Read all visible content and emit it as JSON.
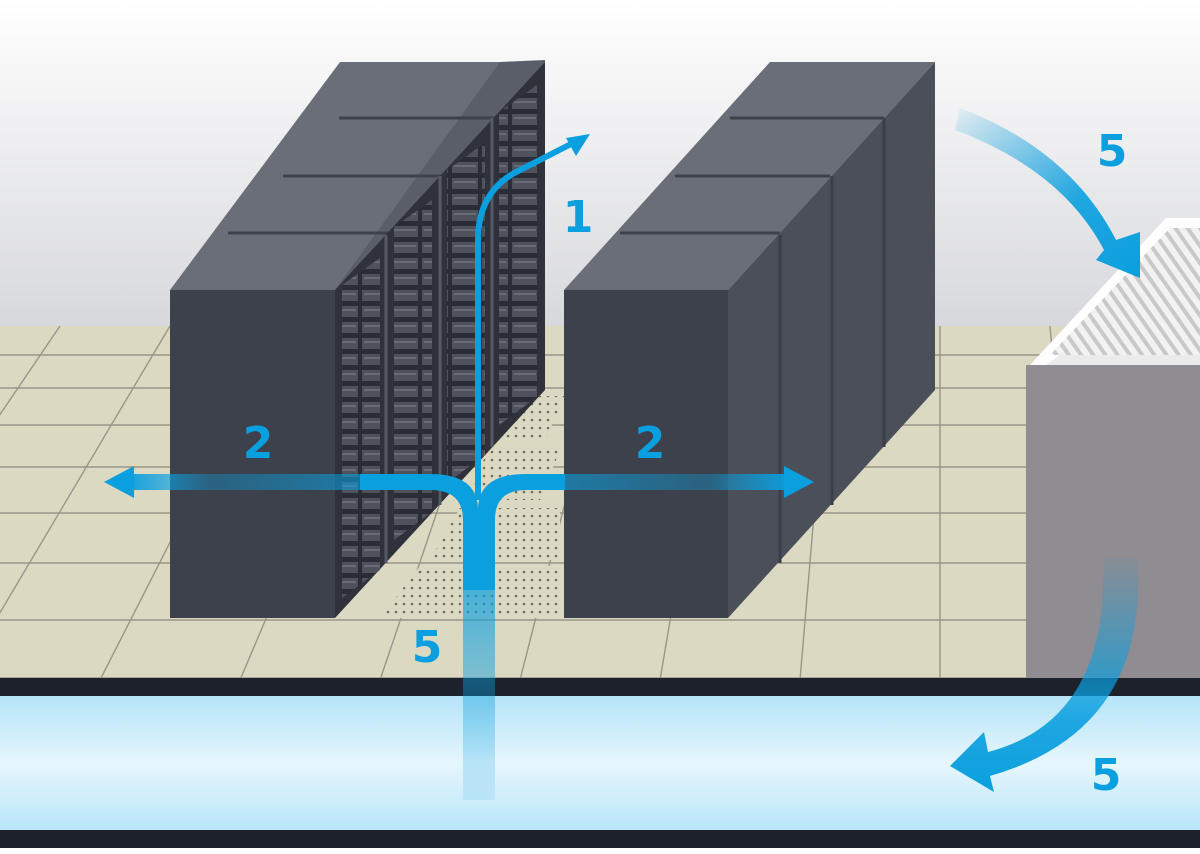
{
  "colors": {
    "airflow": "#0a9fdf",
    "floor": "#dcd9c3",
    "wall_top": "#ffffff",
    "wall_bottom": "#d8d9dc",
    "rack_front": "#3d414c",
    "rack_side": "#4b505b",
    "rack_top": "#6a6e78",
    "crac_unit": "#8f8c92",
    "plenum": "#bfe9fb",
    "slab": "#1d212c"
  },
  "labels": {
    "hot_aisle_exhaust": "1",
    "cold_air_left": "2",
    "cold_air_right": "2",
    "crac_return": "5",
    "plenum_supply": "5",
    "crac_discharge": "5"
  }
}
